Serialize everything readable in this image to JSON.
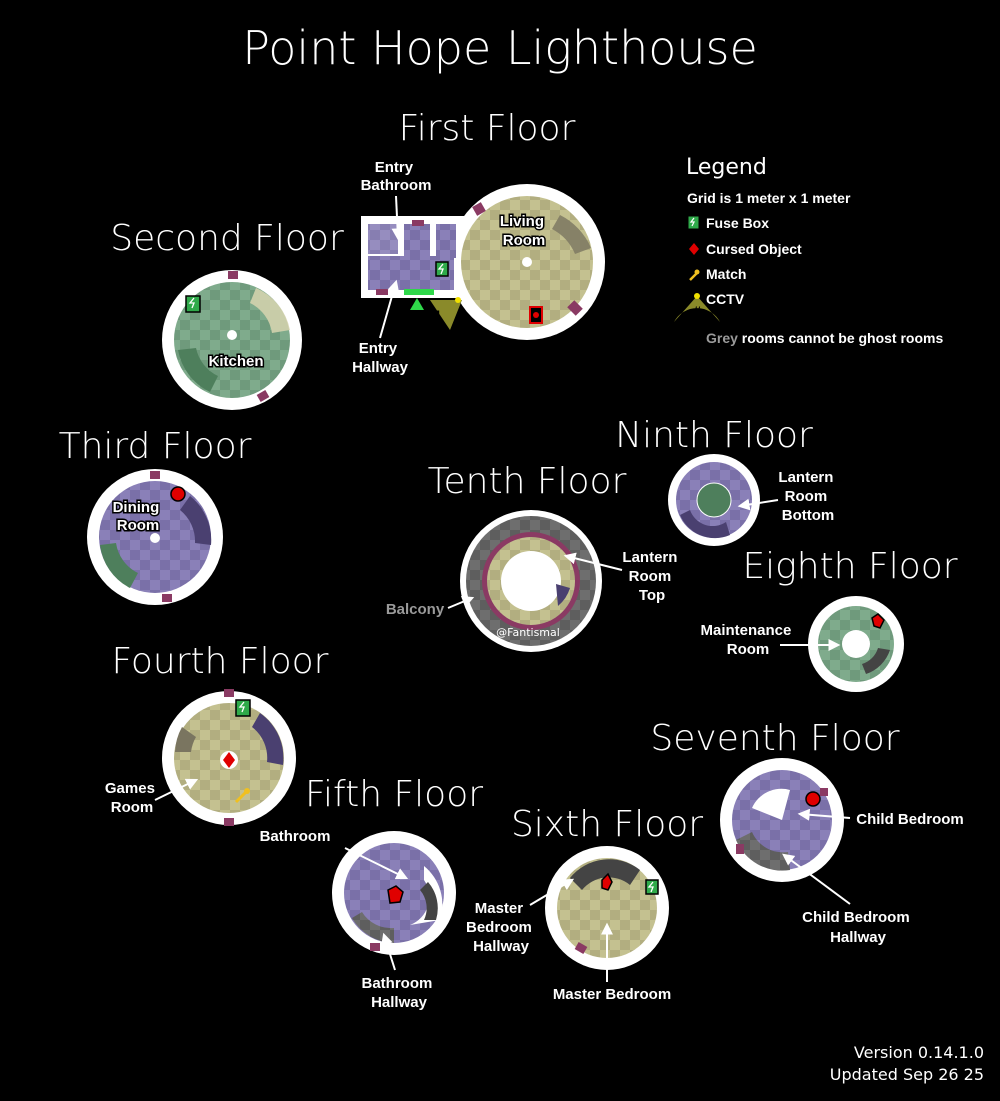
{
  "title": "Point Hope Lighthouse",
  "floors": {
    "first": "First Floor",
    "second": "Second Floor",
    "third": "Third Floor",
    "fourth": "Fourth Floor",
    "fifth": "Fifth Floor",
    "sixth": "Sixth Floor",
    "seventh": "Seventh Floor",
    "eighth": "Eighth Floor",
    "ninth": "Ninth Floor",
    "tenth": "Tenth Floor"
  },
  "rooms": {
    "entry_bathroom": [
      "Entry",
      "Bathroom"
    ],
    "entry_hallway": [
      "Entry",
      "Hallway"
    ],
    "living_room": [
      "Living",
      "Room"
    ],
    "kitchen": "Kitchen",
    "dining_room": [
      "Dining",
      "Room"
    ],
    "games_room": [
      "Games",
      "Room"
    ],
    "bathroom": "Bathroom",
    "bathroom_hallway": [
      "Bathroom",
      "Hallway"
    ],
    "master_bedroom_hallway": [
      "Master",
      "Bedroom",
      "Hallway"
    ],
    "master_bedroom": "Master Bedroom",
    "child_bedroom": "Child Bedroom",
    "child_bedroom_hallway": [
      "Child Bedroom",
      "Hallway"
    ],
    "maintenance_room": [
      "Maintenance",
      "Room"
    ],
    "lantern_room_bottom": [
      "Lantern",
      "Room",
      "Bottom"
    ],
    "lantern_room_top": [
      "Lantern",
      "Room",
      "Top"
    ],
    "balcony": "Balcony"
  },
  "cctv_number": "1",
  "credit": "@Fantismal",
  "legend": {
    "title": "Legend",
    "grid": "Grid is 1 meter x 1 meter",
    "fuse_box": "Fuse Box",
    "cursed_object": "Cursed Object",
    "match": "Match",
    "cctv": "CCTV",
    "cctv_symbol": "#",
    "grey_word": "Grey",
    "grey_note": " rooms cannot be ghost rooms"
  },
  "version": "Version 0.14.1.0",
  "updated": "Updated Sep 26 25",
  "colors": {
    "background": "#000000",
    "wall": "#ffffff",
    "door": "#8a3a63",
    "green_room": "#7fab8c",
    "purple_room": "#8a80b8",
    "tan_room": "#c4c190",
    "grey_room": "#6e6e6e",
    "fuse_box": "#2faa4a",
    "cursed_object": "#e00000",
    "match": "#f0c020",
    "cctv": "#8a8a2a"
  }
}
